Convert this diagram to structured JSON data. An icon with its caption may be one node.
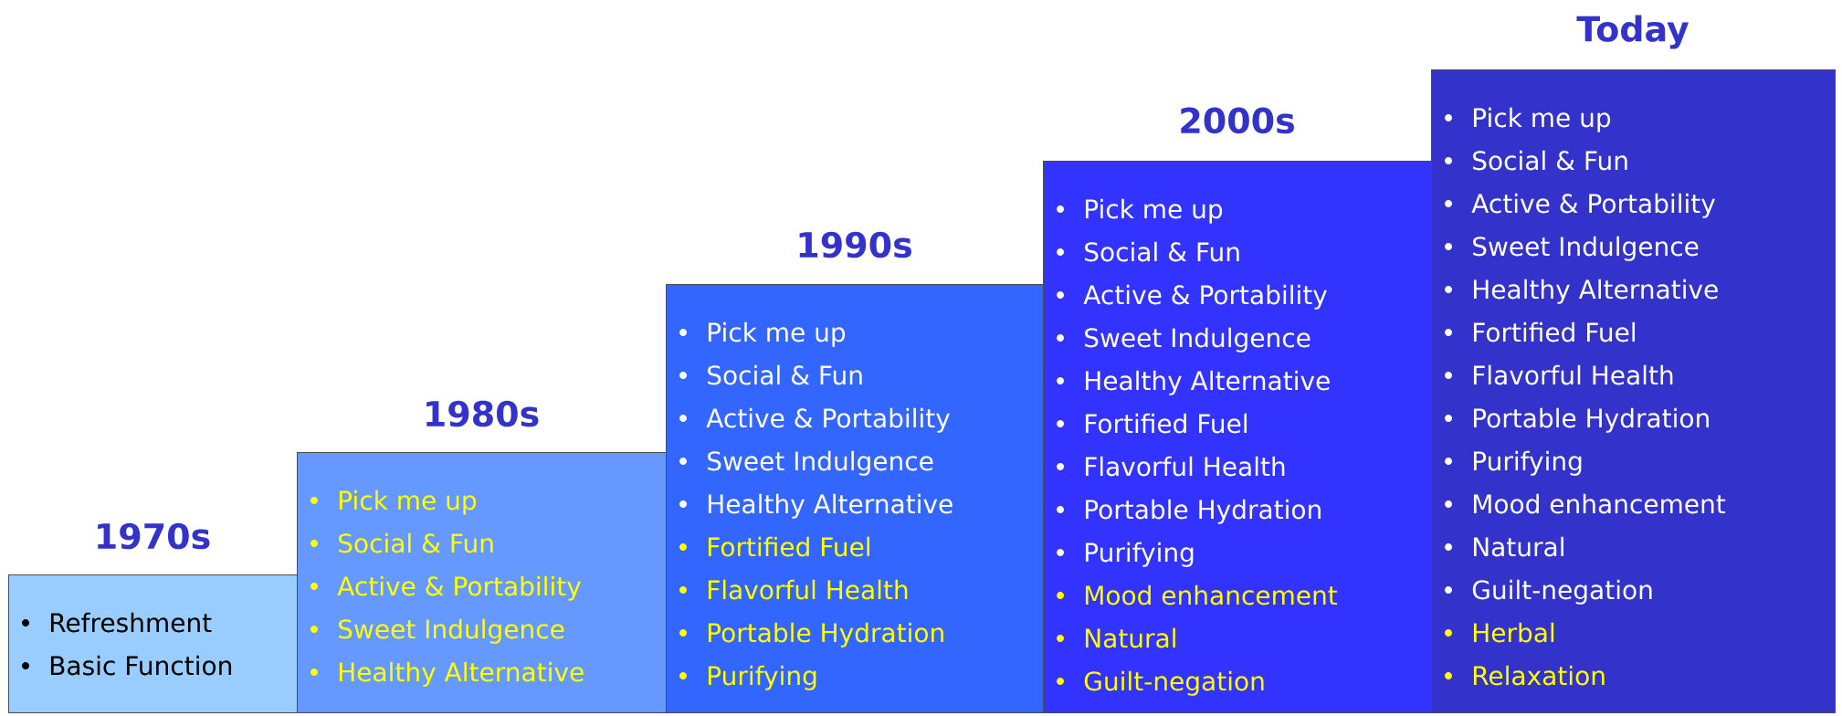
{
  "diagram": {
    "nodes": [
      {
        "text": [
          "1970s",
          "Refreshment",
          "Basic Function"
        ]
      },
      {
        "text": [
          "1980s",
          "Pick me up",
          "Social & Fun",
          "Active & Portability",
          "Sweet Indulgence",
          "Healthy Alternative"
        ]
      },
      {
        "text": [
          "1990s",
          "Pick me up",
          "Social & Fun",
          "Active & Portability",
          "Sweet Indulgence",
          "Healthy Alternative",
          "Fortified Fuel",
          "Flavorful Health",
          "Portable Hydration",
          "Purifying"
        ]
      },
      {
        "text": [
          "2000s",
          "Pick me up",
          "Social & Fun",
          "Active & Portability",
          "Sweet Indulgence",
          "Healthy Alternative",
          "Fortified Fuel",
          "Flavorful Health",
          "Portable Hydration",
          "Purifying",
          "Mood enhancement",
          "Natural",
          "Guilt-negation"
        ]
      },
      {
        "text": [
          "Today",
          "Pick me up",
          "Social & Fun",
          "Active & Portability",
          "Sweet Indulgence",
          "Healthy Alternative",
          "Fortified Fuel",
          "Flavorful Health",
          "Portable Hydration",
          "Purifying",
          "Mood enhancement",
          "Natural",
          "Guilt-negation",
          "Herbal",
          "Relaxation"
        ]
      }
    ]
  }
}
